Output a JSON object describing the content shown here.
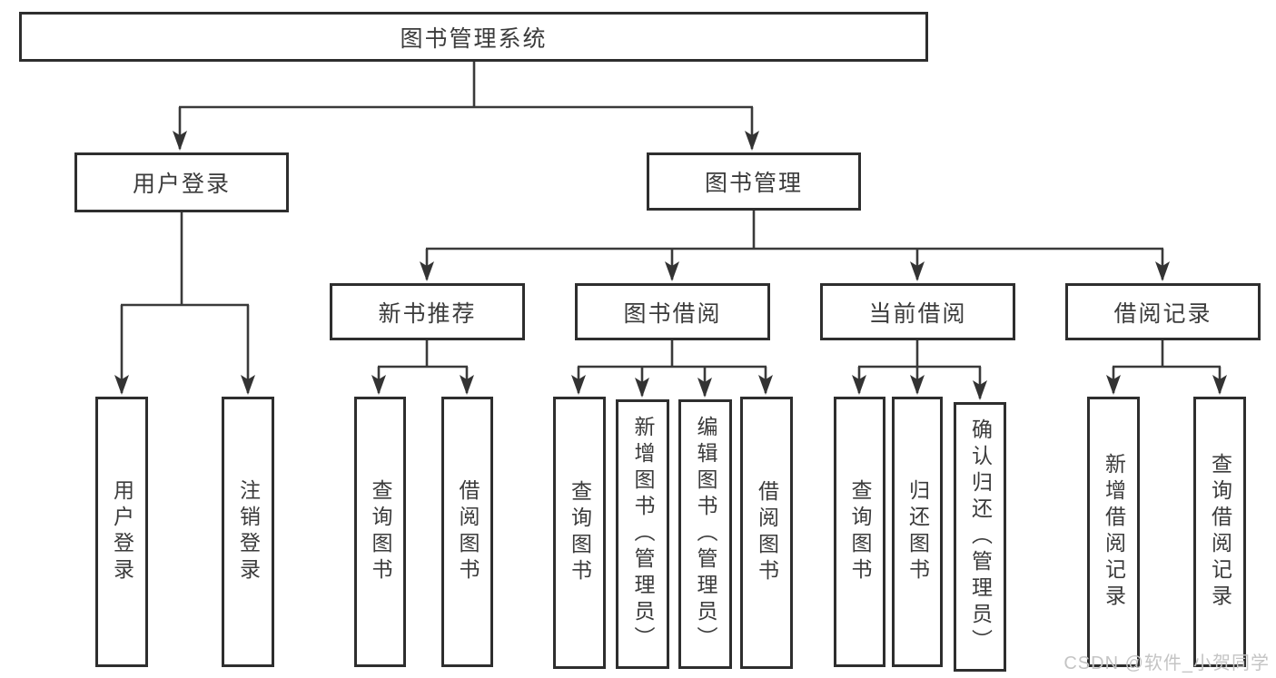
{
  "diagram_type": "hierarchy-tree",
  "colors": {
    "line": "#3a3a3a",
    "box_border": "#2e2e2e",
    "text": "#3b3b3b",
    "watermark": "#c4c4c4",
    "background": "#ffffff"
  },
  "tree": {
    "label": "图书管理系统",
    "children": [
      {
        "label": "用户登录",
        "children": [
          {
            "label": "用户登录"
          },
          {
            "label": "注销登录"
          }
        ]
      },
      {
        "label": "图书管理",
        "children": [
          {
            "label": "新书推荐",
            "children": [
              {
                "label": "查询图书"
              },
              {
                "label": "借阅图书"
              }
            ]
          },
          {
            "label": "图书借阅",
            "children": [
              {
                "label": "查询图书"
              },
              {
                "label": "新增图书（管理员）"
              },
              {
                "label": "编辑图书（管理员）"
              },
              {
                "label": "借阅图书"
              }
            ]
          },
          {
            "label": "当前借阅",
            "children": [
              {
                "label": "查询图书"
              },
              {
                "label": "归还图书"
              },
              {
                "label": "确认归还（管理员）"
              }
            ]
          },
          {
            "label": "借阅记录",
            "children": [
              {
                "label": "新增借阅记录"
              },
              {
                "label": "查询借阅记录"
              }
            ]
          }
        ]
      }
    ]
  },
  "watermark": {
    "text": "CSDN @软件_小贺同学"
  }
}
